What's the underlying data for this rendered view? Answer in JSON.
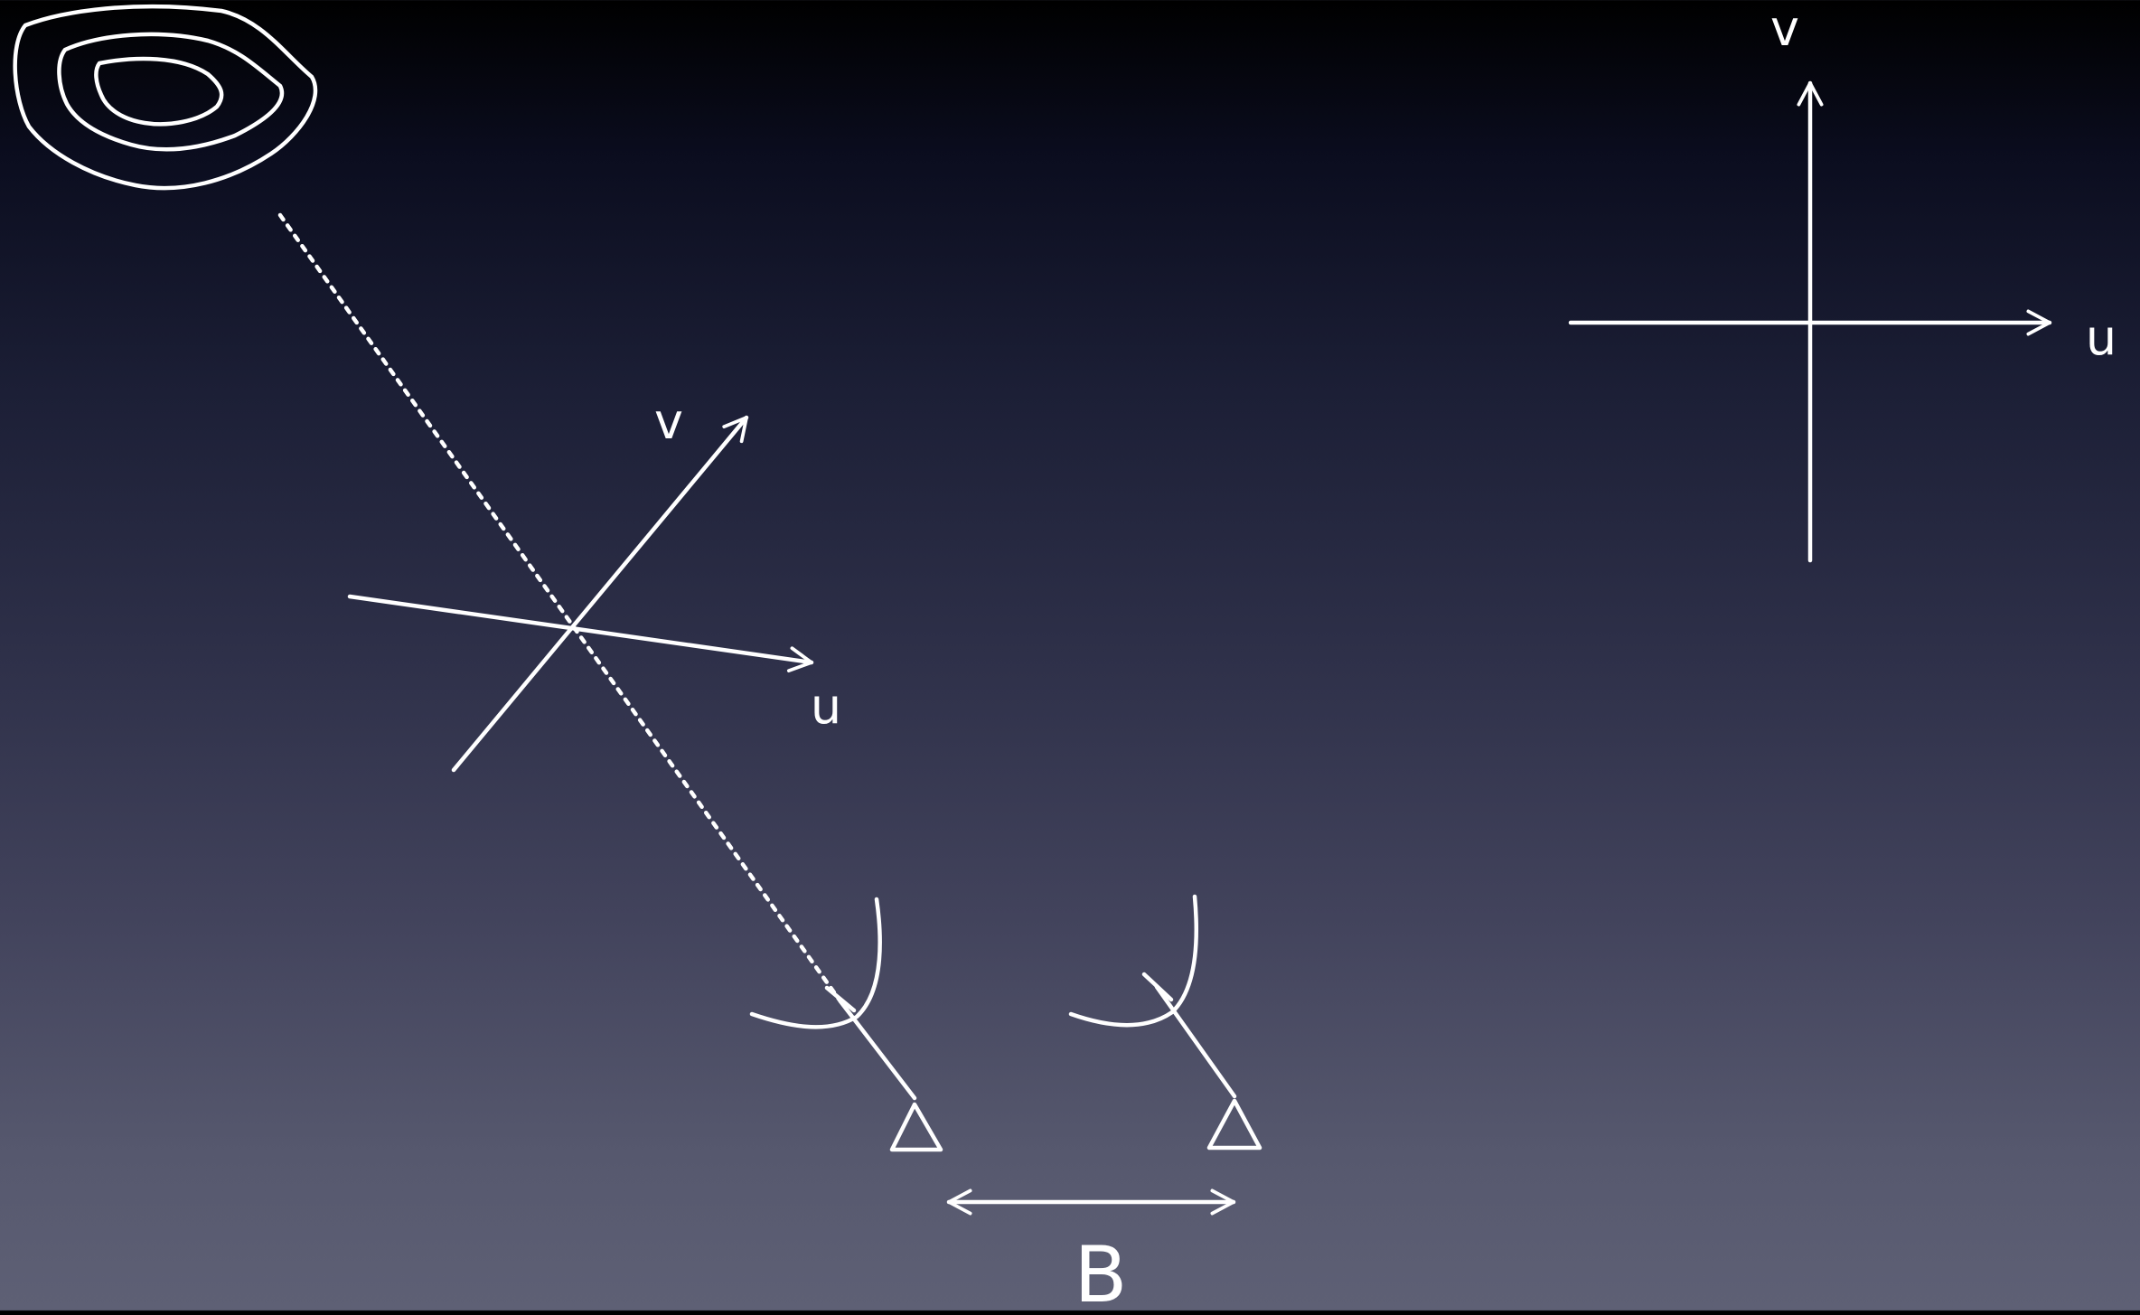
{
  "left_axes": {
    "u_label": "u",
    "v_label": "v"
  },
  "right_axes": {
    "u_label": "u",
    "v_label": "v"
  },
  "baseline": {
    "label": "B"
  },
  "colors": {
    "line": "#ffffff",
    "background_top": "#000000",
    "background_bottom": "#5e6075"
  },
  "icons": {
    "source": "contour-source-icon",
    "dish": "radio-dish-icon"
  }
}
